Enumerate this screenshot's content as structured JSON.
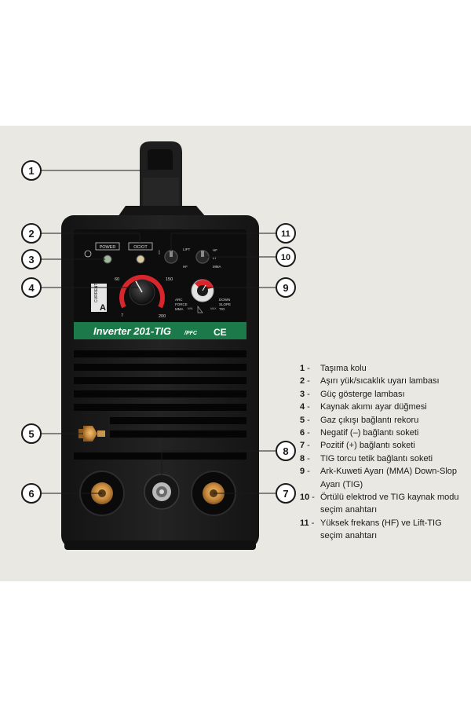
{
  "machine": {
    "model_label": "Inverter 201-TIG",
    "model_suffix": "/PFC",
    "ce_mark": "CE",
    "power_label": "POWER",
    "ocot_label": "OC/OT",
    "current_label": "CURRENT",
    "current_unit": "A",
    "dial_scale": [
      "60",
      "150",
      "7",
      "200"
    ],
    "switch_top": [
      "LIFT",
      "HF"
    ],
    "switch_mode": [
      "HF",
      "LT",
      "MMA"
    ],
    "arc_labels": [
      "ARC",
      "FORCE",
      "MMA"
    ],
    "slope_labels": [
      "DOWN",
      "SLOPE",
      "TIG"
    ],
    "knob_scale": [
      "MIN",
      "MAX"
    ]
  },
  "callouts": [
    "1",
    "2",
    "3",
    "4",
    "5",
    "6",
    "7",
    "8",
    "9",
    "10",
    "11"
  ],
  "legend": [
    {
      "num": "1",
      "text": "Taşıma kolu"
    },
    {
      "num": "2",
      "text": "Aşırı yük/sıcaklık uyarı lambası"
    },
    {
      "num": "3",
      "text": "Güç gösterge lambası"
    },
    {
      "num": "4",
      "text": "Kaynak akımı ayar düğmesi"
    },
    {
      "num": "5",
      "text": "Gaz çıkışı bağlantı rekoru"
    },
    {
      "num": "6",
      "text": "Negatif (–) bağlantı soketi"
    },
    {
      "num": "7",
      "text": "Pozitif (+) bağlantı soketi"
    },
    {
      "num": "8",
      "text": "TIG torcu tetik bağlantı soketi"
    },
    {
      "num": "9",
      "text": "Ark-Kuweti Ayarı (MMA) Down-Slop Ayarı (TIG)"
    },
    {
      "num": "10",
      "text": "Örtülü elektrod ve TIG kaynak modu seçim anahtarı"
    },
    {
      "num": "11",
      "text": "Yüksek frekans (HF) ve Lift-TIG seçim anahtarı"
    }
  ],
  "colors": {
    "background": "#e9e8e2",
    "body": "#1b1b1b",
    "label_band": "#1c7a4a",
    "dial_red": "#d8262c",
    "brass": "#c89550"
  }
}
